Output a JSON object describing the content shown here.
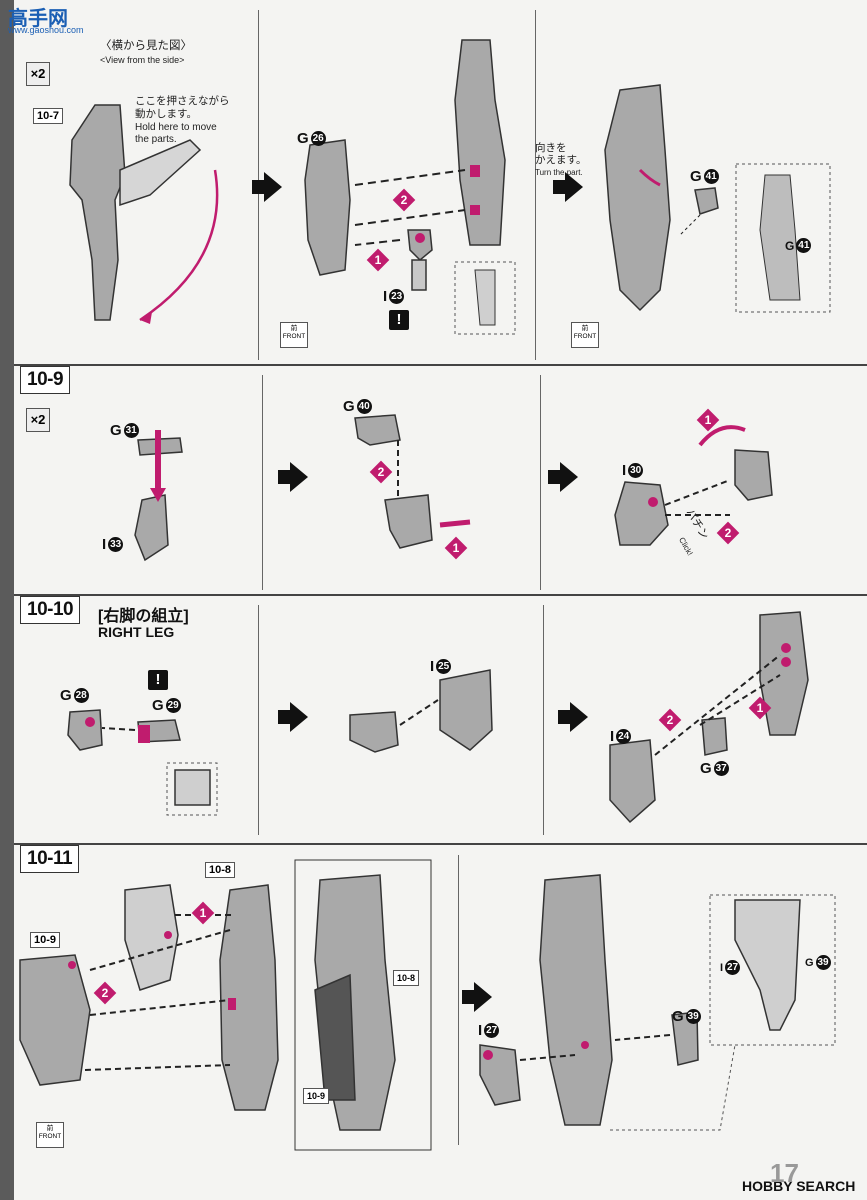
{
  "watermark": {
    "brand": "高手网",
    "url": "www.gaoshou.com"
  },
  "step_10_8": {
    "qty": "×2",
    "side_view_jp": "〈横から見た図〉",
    "side_view_en": "<View from the side>",
    "hold_jp_1": "ここを押さえながら",
    "hold_jp_2": "動かします。",
    "hold_en_1": "Hold here to move",
    "hold_en_2": "the parts.",
    "ref": "10-7",
    "turn_jp_1": "向きを",
    "turn_jp_2": "かえます。",
    "turn_en": "Turn the part.",
    "parts": {
      "g26": "26",
      "i23": "23",
      "g41": "41",
      "g41b": "41"
    },
    "front_jp": "前",
    "front_en": "FRONT"
  },
  "step_10_9": {
    "label": "10-9",
    "qty": "×2",
    "parts": {
      "g31": "31",
      "i33": "33",
      "g40": "40",
      "i30": "30"
    },
    "click_jp": "パチン",
    "click_en": "Click!"
  },
  "step_10_10": {
    "label": "10-10",
    "title_jp": "[右脚の組立]",
    "title_en": "RIGHT LEG",
    "parts": {
      "g28": "28",
      "g29": "29",
      "i25": "25",
      "i24": "24",
      "g37": "37"
    }
  },
  "step_10_11": {
    "label": "10-11",
    "ref_a": "10-8",
    "ref_b": "10-9",
    "parts": {
      "i27": "27",
      "g39": "39",
      "i27b": "27",
      "g39b": "39"
    }
  },
  "letters": {
    "g": "G",
    "i": "I"
  },
  "marks": {
    "one": "1",
    "two": "2",
    "excl": "!"
  },
  "footer": {
    "page": "17",
    "brand": "HOBBY SEARCH"
  }
}
